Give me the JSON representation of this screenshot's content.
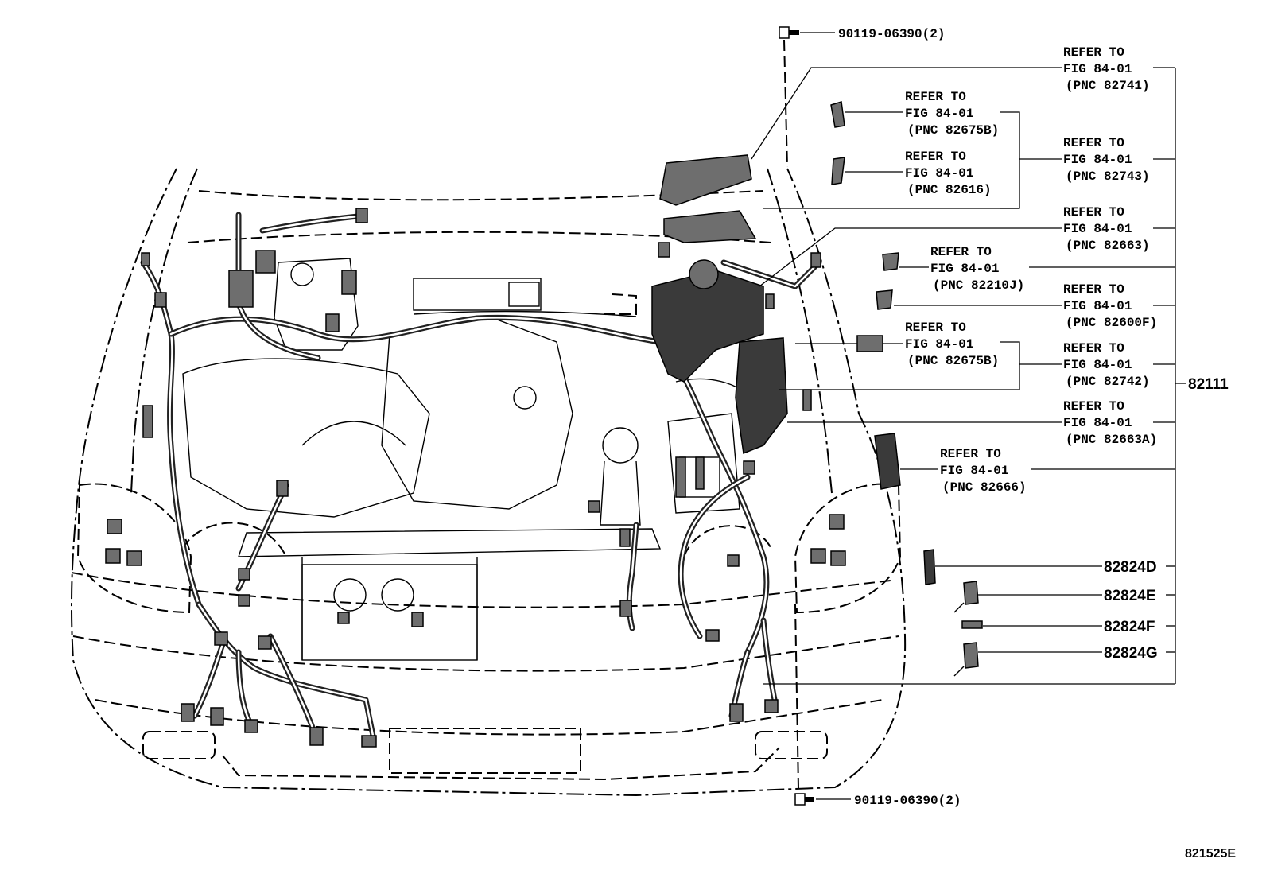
{
  "diagram": {
    "top_bolt": "90119-06390(2)",
    "bottom_bolt": "90119-06390(2)",
    "refer_labels": [
      {
        "line1": "REFER TO",
        "line2": "FIG 84-01",
        "line3": "(PNC 82741)"
      },
      {
        "line1": "REFER TO",
        "line2": "FIG 84-01",
        "line3": "(PNC 82675B)"
      },
      {
        "line1": "REFER TO",
        "line2": "FIG 84-01",
        "line3": "(PNC 82743)"
      },
      {
        "line1": "REFER TO",
        "line2": "FIG 84-01",
        "line3": "(PNC 82616)"
      },
      {
        "line1": "REFER TO",
        "line2": "FIG 84-01",
        "line3": "(PNC 82663)"
      },
      {
        "line1": "REFER TO",
        "line2": "FIG 84-01",
        "line3": "(PNC 82210J)"
      },
      {
        "line1": "REFER TO",
        "line2": "FIG 84-01",
        "line3": "(PNC 82600F)"
      },
      {
        "line1": "REFER TO",
        "line2": "FIG 84-01",
        "line3": "(PNC 82675B)"
      },
      {
        "line1": "REFER TO",
        "line2": "FIG 84-01",
        "line3": "(PNC 82742)"
      },
      {
        "line1": "REFER TO",
        "line2": "FIG 84-01",
        "line3": "(PNC 82663A)"
      },
      {
        "line1": "REFER TO",
        "line2": "FIG 84-01",
        "line3": "(PNC 82666)"
      }
    ],
    "main_part": "82111",
    "parts": [
      "82824D",
      "82824E",
      "82824F",
      "82824G"
    ],
    "figure_id": "821525E"
  }
}
